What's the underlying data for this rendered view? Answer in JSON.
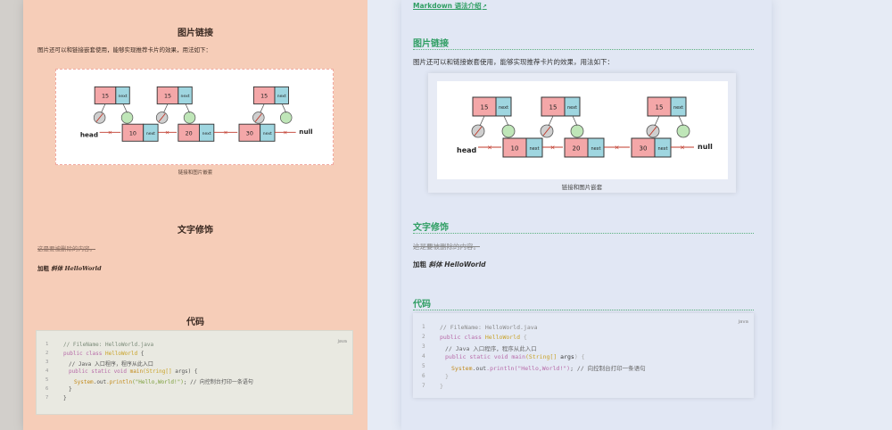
{
  "left": {
    "heading_image_link": "图片链接",
    "intro": "图片还可以和链接嵌套使用，能够实现推荐卡片的效果，用法如下：",
    "figure_caption": "链接和图片嵌套",
    "heading_text_style": "文字修饰",
    "strike_text": "这是要被删除的内容。",
    "bold_prefix": "加粗",
    "italic_text": "斜体 HelloWorld",
    "heading_code": "代码",
    "code_lang": "java"
  },
  "right": {
    "markdown_link": "Markdown 语法介绍",
    "heading_image_link": "图片链接",
    "intro": "图片还可以和链接嵌套使用，能够实现推荐卡片的效果，用法如下：",
    "figure_caption": "链接和图片嵌套",
    "heading_text_style": "文字修饰",
    "strike_text": "这是要被删除的内容。",
    "bold_prefix": "加粗",
    "italic_text": "斜体 HelloWorld",
    "heading_code": "代码",
    "code_lang": "java"
  },
  "diagram": {
    "head": "head",
    "null": "null",
    "next": "next",
    "top_values": [
      "15",
      "15",
      "15"
    ],
    "main_values": [
      "10",
      "20",
      "30"
    ]
  },
  "code": {
    "line_numbers": [
      "1",
      "2",
      "3",
      "4",
      "5",
      "6",
      "7"
    ],
    "l1": "// FileName: HelloWorld.java",
    "l2_kw": "public class ",
    "l2_cls": "HelloWorld",
    "l2_end": " {",
    "l3": "// Java 入口程序，程序从此入口",
    "l4_kw": "public static void ",
    "l4_fn": "main",
    "l4_args": "(String[] ",
    "l4_arg": "args",
    "l4_end": ") {",
    "l5_sys": "System",
    "l5_dot": ".",
    "l5_out": "out",
    "l5_fn": ".println",
    "l5_str": "(\"Hello,World!\")",
    "l5_end": "; ",
    "l5_com": "// 向控制台打印一条语句",
    "l6": "}",
    "l7": "}"
  }
}
